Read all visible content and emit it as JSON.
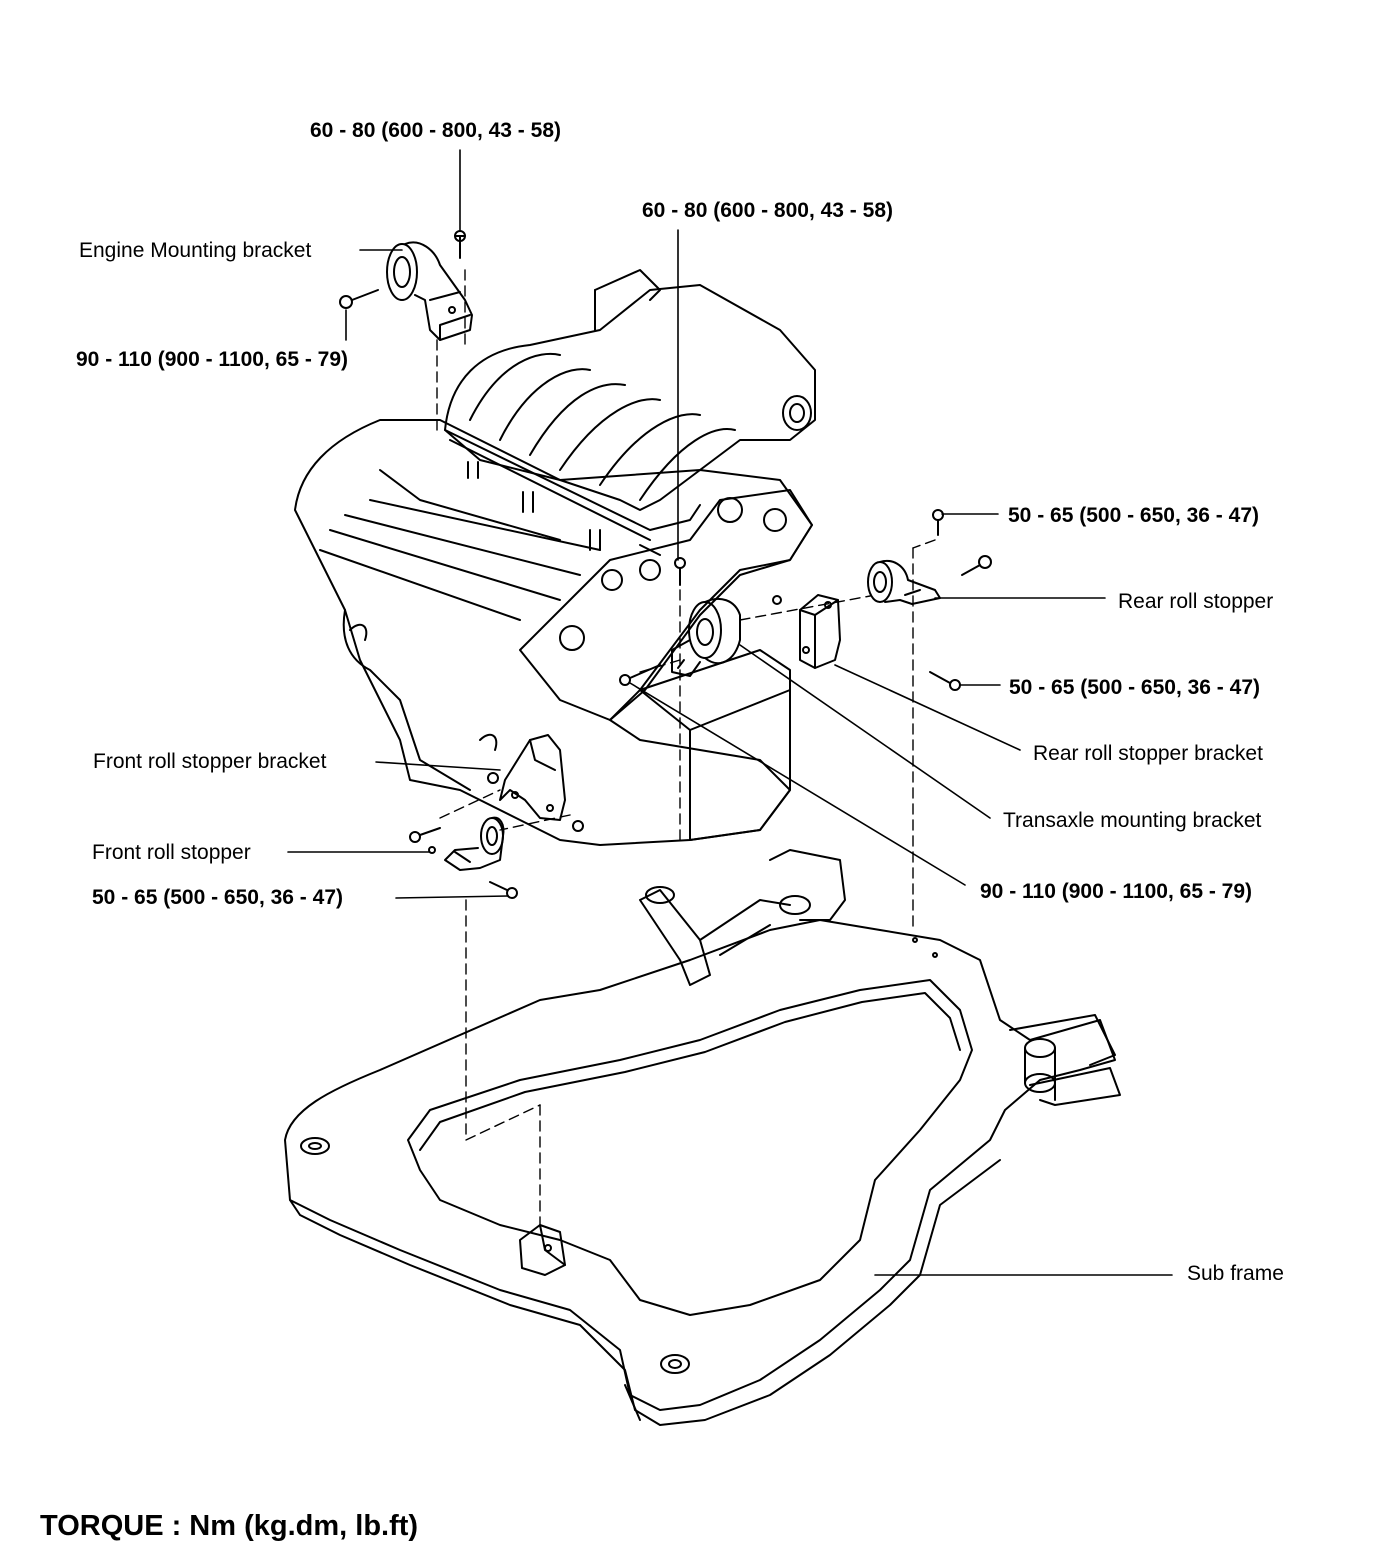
{
  "labels": {
    "torque_top_left": "60 - 80  (600 - 800, 43 - 58)",
    "torque_top_center": "60 - 80 (600 - 800, 43 - 58)",
    "engine_mounting_bracket": "Engine Mounting bracket",
    "torque_engine_mount_bolt": "90 - 110 (900 - 1100, 65 - 79)",
    "torque_rear_upper": "50 - 65 (500 - 650, 36 - 47)",
    "rear_roll_stopper": "Rear roll stopper",
    "torque_rear_lower": "50 - 65 (500 - 650, 36 - 47)",
    "rear_roll_stopper_bracket": "Rear roll stopper bracket",
    "transaxle_mounting_bracket": "Transaxle mounting bracket",
    "torque_transaxle_bolt": "90 - 110 (900 - 1100, 65 - 79)",
    "front_roll_stopper_bracket": "Front roll stopper bracket",
    "front_roll_stopper": "Front roll stopper",
    "torque_front_lower": "50 - 65 (500 - 650, 36 - 47)",
    "sub_frame": "Sub frame"
  },
  "footer": {
    "torque_units": "TORQUE : Nm (kg.dm, lb.ft)"
  }
}
